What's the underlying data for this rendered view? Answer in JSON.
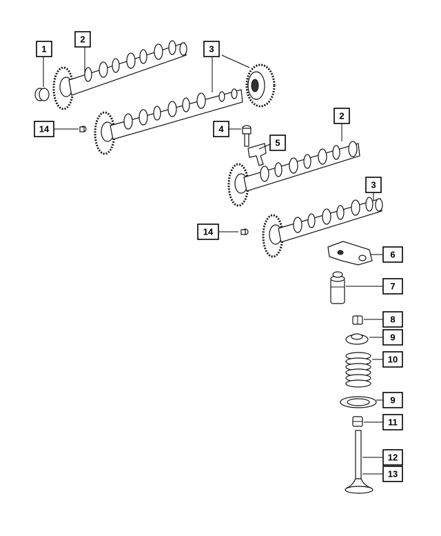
{
  "callouts": {
    "c1": "1",
    "c2a": "2",
    "c3a": "3",
    "c14a": "14",
    "c4": "4",
    "c5": "5",
    "c2b": "2",
    "c3b": "3",
    "c14b": "14",
    "c6": "6",
    "c7": "7",
    "c8": "8",
    "c9a": "9",
    "c10": "10",
    "c9b": "9",
    "c11": "11",
    "c12": "12",
    "c13": "13"
  }
}
